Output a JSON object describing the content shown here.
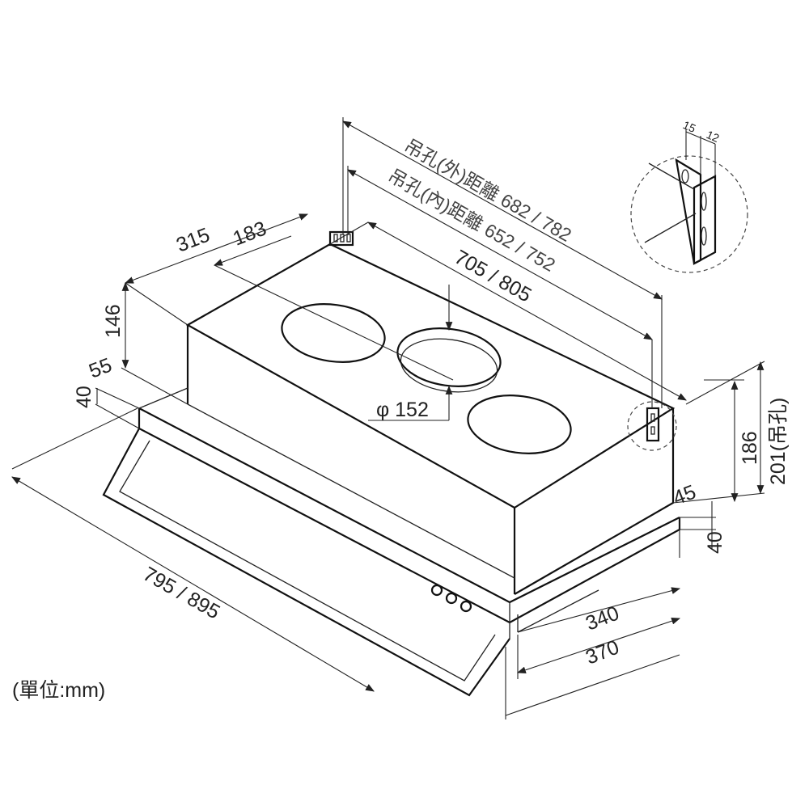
{
  "dimensions": {
    "outer_hole_distance": "吊孔(外)距離 682 / 782",
    "inner_hole_distance": "吊孔(內)距離 652 / 752",
    "body_length": "705 / 805",
    "depth_315": "315",
    "hole_offset_183": "183",
    "height_146": "146",
    "offset_55": "55",
    "offset_40_left": "40",
    "duct_diameter": "φ 152",
    "overall_length": "795 / 895",
    "height_186": "186",
    "height_201": "201(吊孔)",
    "offset_45": "45",
    "offset_40_right": "40",
    "depth_340": "340",
    "depth_370": "370",
    "bracket_15": "15",
    "bracket_12": "12"
  },
  "unit_label": "(單位:mm)"
}
